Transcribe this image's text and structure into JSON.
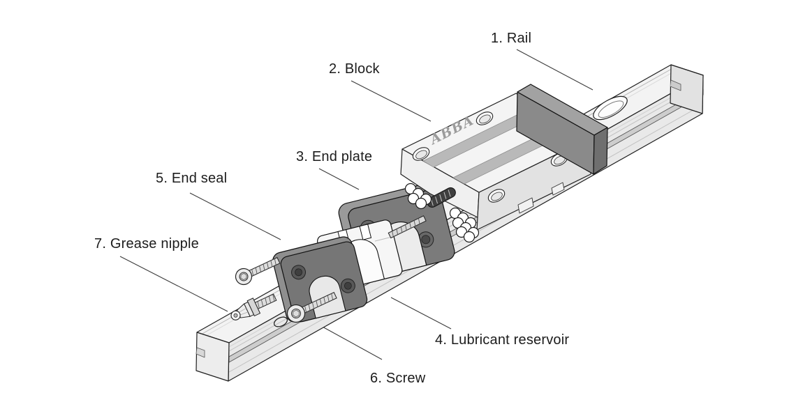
{
  "diagram": {
    "brand_label": "ABBA",
    "parts": [
      {
        "number": 1,
        "name": "Rail",
        "label": "1. Rail"
      },
      {
        "number": 2,
        "name": "Block",
        "label": "2. Block"
      },
      {
        "number": 3,
        "name": "End plate",
        "label": "3. End plate"
      },
      {
        "number": 4,
        "name": "Lubricant reservoir",
        "label": "4. Lubricant reservoir"
      },
      {
        "number": 5,
        "name": "End seal",
        "label": "5. End seal"
      },
      {
        "number": 6,
        "name": "Screw",
        "label": "6. Screw"
      },
      {
        "number": 7,
        "name": "Grease nipple",
        "label": "7. Grease nipple"
      }
    ],
    "colors": {
      "outline": "#1f1f1f",
      "leader_line": "#3a3a3a",
      "light_metal": "#f3f3f3",
      "mid_metal": "#e8e8e8",
      "dark_part": "#7b7b7b",
      "stripe": "#b9b9b9"
    }
  }
}
